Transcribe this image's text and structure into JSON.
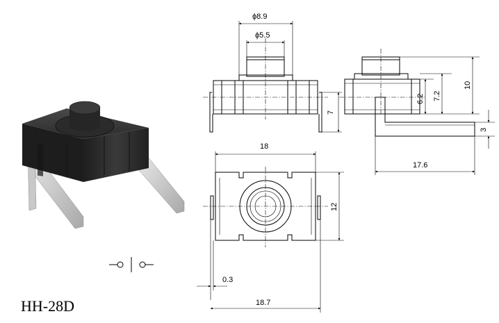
{
  "product": {
    "model": "HH-28D"
  },
  "dimensions": {
    "outer_diameter": "ϕ8.9",
    "inner_diameter": "ϕ5.5",
    "lead_height": "7",
    "height_to_center": "6.2",
    "height_to_top_body": "7.2",
    "total_height": "10",
    "lead_thickness": "3",
    "lead_length": "17.6",
    "body_width": "18",
    "body_depth": "12",
    "lead_offset": "0.3",
    "overall_width": "18.7"
  },
  "schematic": {
    "symbol": "switch-symbol"
  }
}
